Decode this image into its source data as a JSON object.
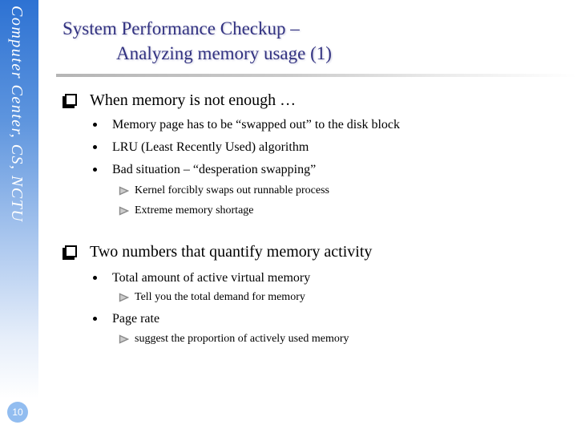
{
  "sidebar": {
    "text": "Computer Center, CS, NCTU",
    "page_number": "10"
  },
  "header": {
    "title_line1": "System Performance Checkup –",
    "title_line2": "Analyzing memory usage (1)"
  },
  "content": {
    "rows": [
      {
        "level": 1,
        "bullet": "square-bullet",
        "text": "When memory is not enough …"
      },
      {
        "level": 2,
        "bullet": "dot-bullet",
        "text": "Memory page has to be “swapped out” to the disk block"
      },
      {
        "level": 2,
        "bullet": "dot-bullet",
        "text": "LRU (Least Recently Used) algorithm"
      },
      {
        "level": 2,
        "bullet": "dot-bullet",
        "text": "Bad situation – “desperation swapping”"
      },
      {
        "level": 3,
        "bullet": "arrow-bullet",
        "text": "Kernel forcibly swaps out runnable process"
      },
      {
        "level": 3,
        "bullet": "arrow-bullet",
        "text": "Extreme memory shortage"
      },
      {
        "level": 1,
        "bullet": "square-bullet",
        "text": "Two numbers that quantify memory activity"
      },
      {
        "level": 2,
        "bullet": "dot-bullet",
        "text": "Total amount of active virtual memory"
      },
      {
        "level": 3,
        "bullet": "arrow-bullet",
        "text": "Tell you the total demand for memory"
      },
      {
        "level": 2,
        "bullet": "dot-bullet",
        "text": "Page rate"
      },
      {
        "level": 3,
        "bullet": "arrow-bullet",
        "text": "suggest the proportion of actively used memory"
      }
    ]
  },
  "colors": {
    "title_text": "#323281",
    "body_text": "#000000",
    "sidebar_top": "#2d72d3",
    "sidebar_mid": "#a9c6ee",
    "badge_fill": "#92bdf0",
    "badge_text": "#ffffff",
    "divider_gray": "#b5b5b5",
    "arrow_fill": "#cccccc",
    "arrow_stroke": "#8a8a8a"
  }
}
